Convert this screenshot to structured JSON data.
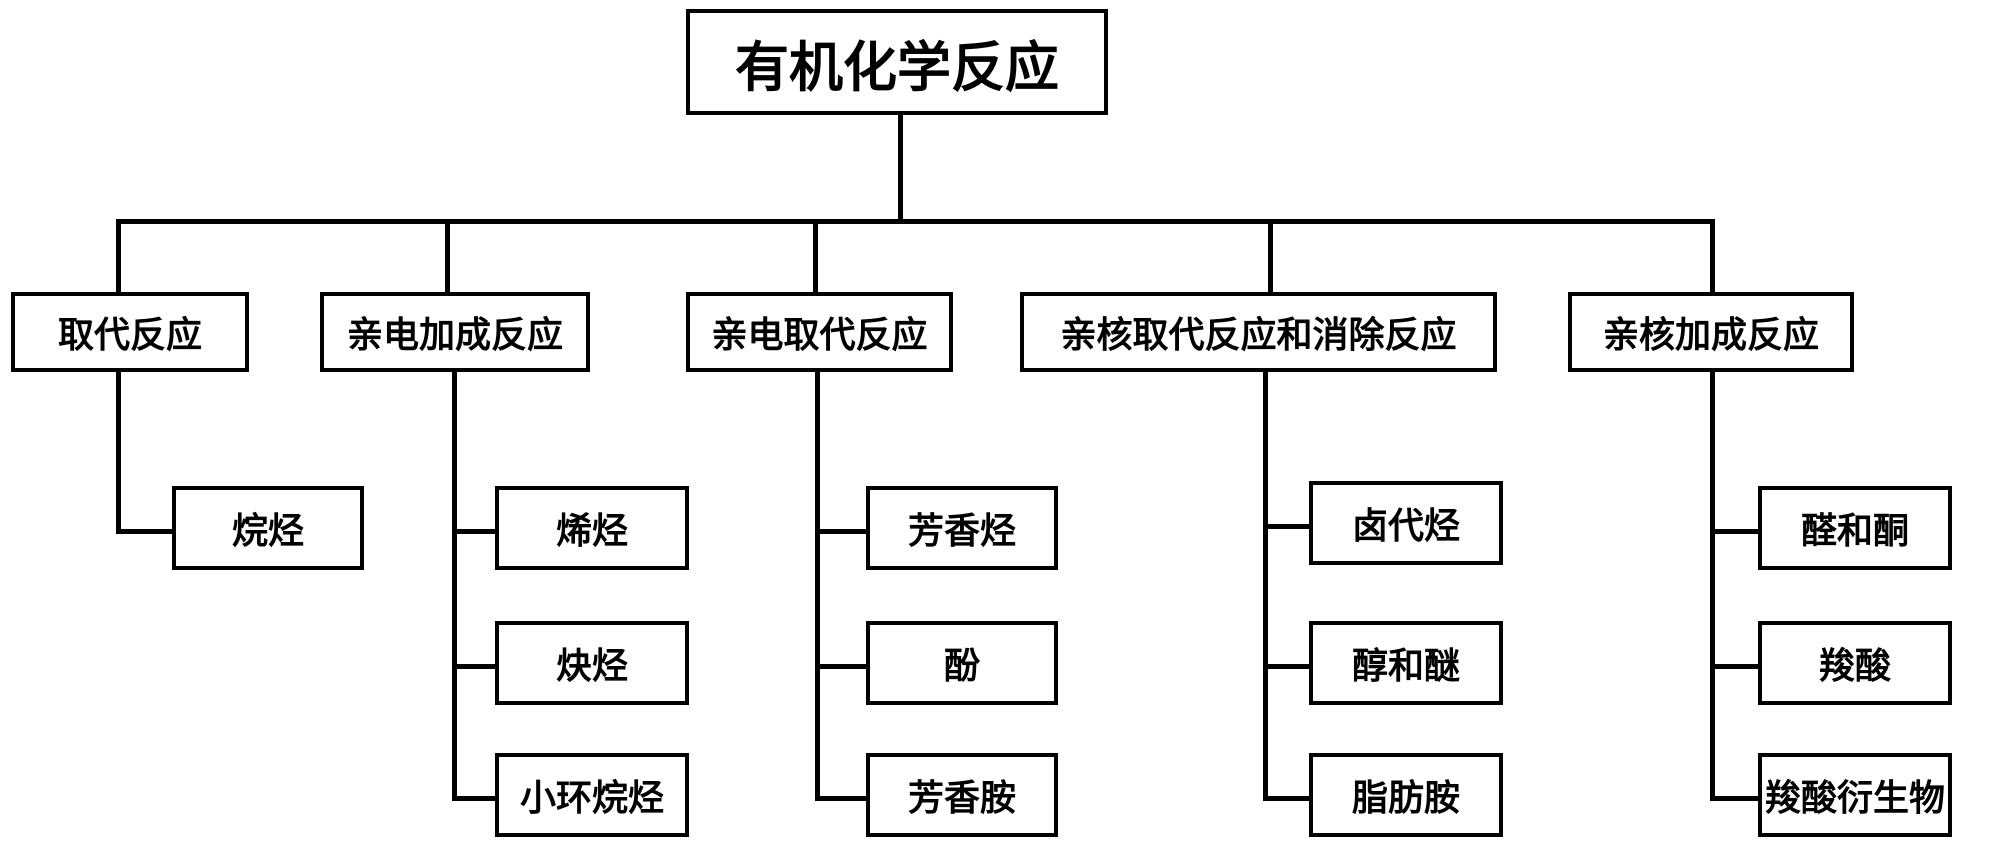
{
  "root": {
    "label": "有机化学反应"
  },
  "categories": [
    {
      "label": "取代反应",
      "items": [
        "烷烃"
      ]
    },
    {
      "label": "亲电加成反应",
      "items": [
        "烯烃",
        "炔烃",
        "小环烷烃"
      ]
    },
    {
      "label": "亲电取代反应",
      "items": [
        "芳香烃",
        "酚",
        "芳香胺"
      ]
    },
    {
      "label": "亲核取代反应和消除反应",
      "items": [
        "卤代烃",
        "醇和醚",
        "脂肪胺"
      ]
    },
    {
      "label": "亲核加成反应",
      "items": [
        "醛和酮",
        "羧酸",
        "羧酸衍生物"
      ]
    }
  ]
}
